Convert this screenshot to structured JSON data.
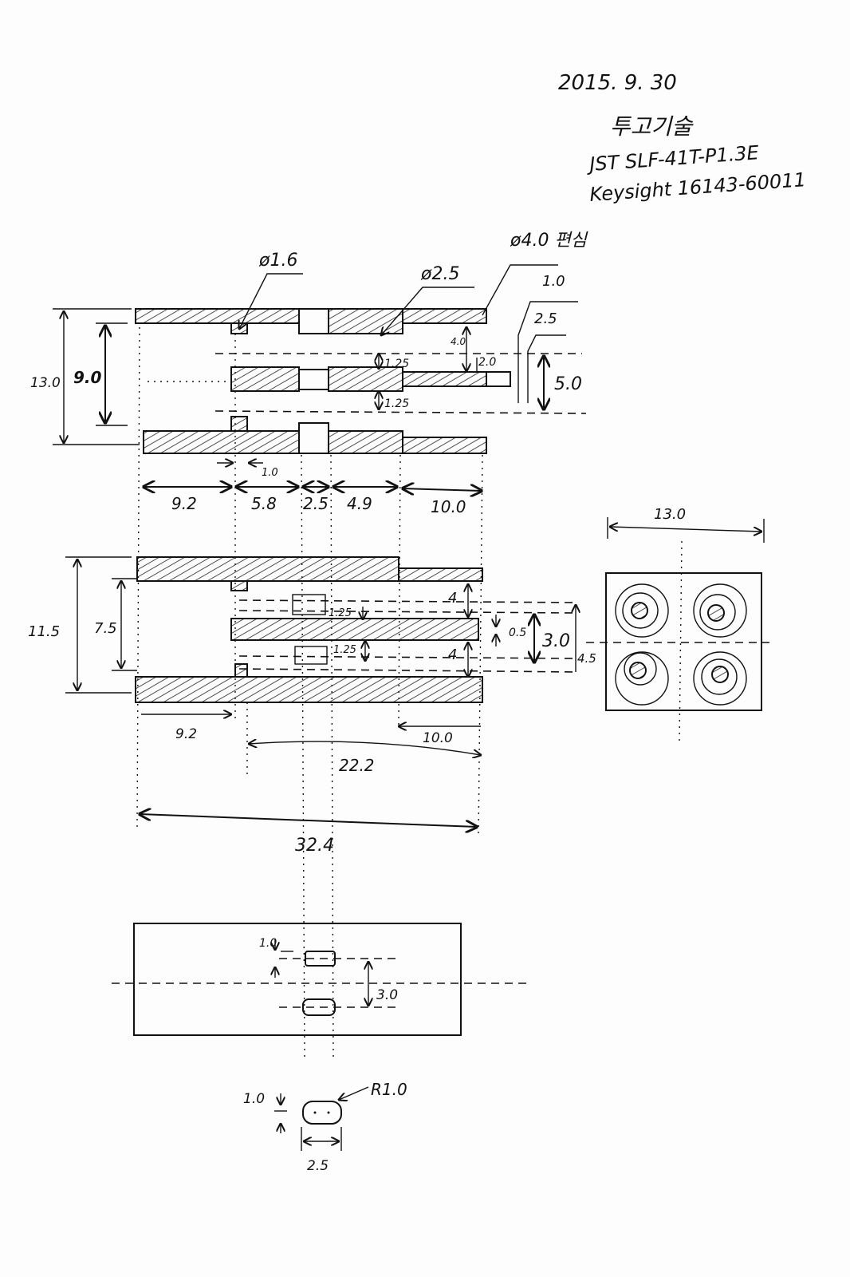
{
  "header": {
    "date": "2015. 9. 30",
    "company": "투고기술",
    "part_1": "JST SLF-41T-P1.3E",
    "part_2": "Keysight 16143-60011"
  },
  "section_top": {
    "callout_phi40": "ø4.0 편심",
    "callout_phi16": "ø1.6",
    "callout_phi25": "ø2.5",
    "dim_13": "13.0",
    "dim_9": "9.0",
    "dim_1_0_right": "1.0",
    "dim_2_5_right": "2.5",
    "dim_4_0": "4.0",
    "dim_2_0": "2.0",
    "dim_1_25_a": "1.25",
    "dim_1_25_b": "1.25",
    "dim_5_0": "5.0",
    "dim_1_0_small": "1.0",
    "row_dims": [
      "9.2",
      "5.8",
      "2.5",
      "4.9",
      "10.0"
    ]
  },
  "section_mid": {
    "dim_11_5": "11.5",
    "dim_7_5": "7.5",
    "dim_1_25_a": "1.25",
    "dim_1_25_b": "1.25",
    "dim_4_a": "4",
    "dim_4_b": "4",
    "dim_0_5": "0.5",
    "dim_3_0": "3.0",
    "dim_4_5": "4.5",
    "dim_9_2": "9.2",
    "dim_10_0": "10.0",
    "dim_22_2": "22.2",
    "dim_32_4": "32.4"
  },
  "end_view": {
    "dim_13": "13.0"
  },
  "section_bottom": {
    "dim_1_0": "1.0",
    "dim_3_0": "3.0"
  },
  "slot_detail": {
    "radius": "R1.0",
    "height": "1.0",
    "width": "2.5"
  }
}
